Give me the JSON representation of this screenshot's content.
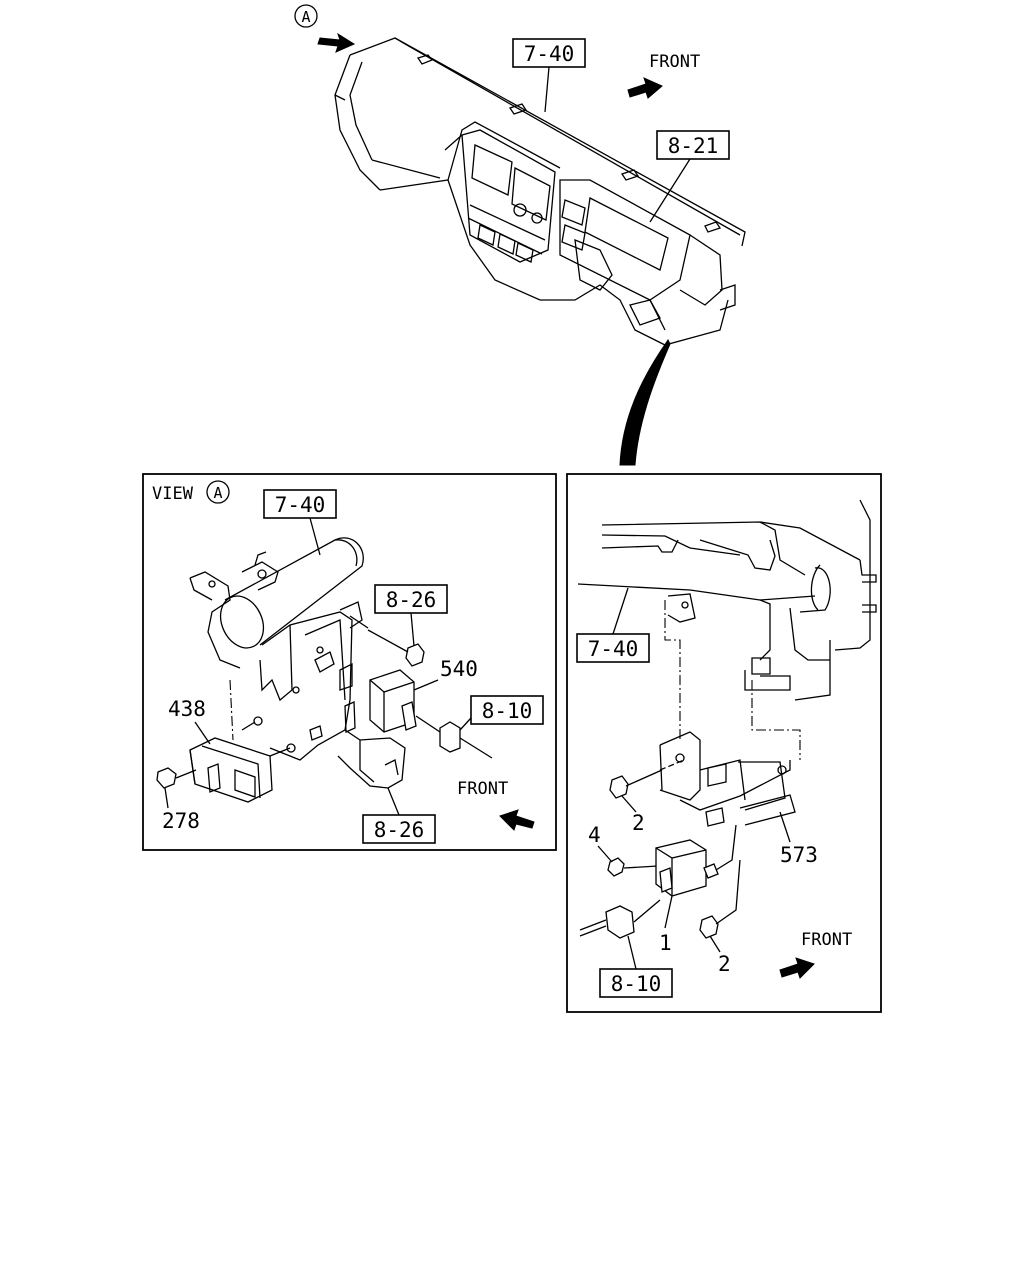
{
  "top": {
    "view_marker": "A",
    "ref_dashboard": "7-40",
    "ref_cluster": "8-21",
    "front": "FRONT"
  },
  "left_panel": {
    "view_title": "VIEW",
    "view_marker": "A",
    "ref_beam": "7-40",
    "ref_bracket_top": "8-26",
    "ref_bracket_bottom": "8-26",
    "ref_harness": "8-10",
    "part_540": "540",
    "part_438": "438",
    "part_278": "278",
    "front": "FRONT"
  },
  "right_panel": {
    "ref_beam": "7-40",
    "ref_harness": "8-10",
    "part_2_upper": "2",
    "part_2_lower": "2",
    "part_4": "4",
    "part_1": "1",
    "part_573": "573",
    "front": "FRONT"
  }
}
